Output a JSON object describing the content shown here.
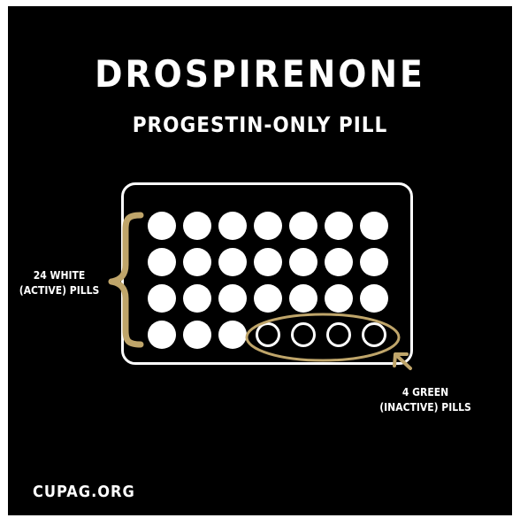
{
  "title": "DROSPIRENONE",
  "subtitle": "PROGESTIN-ONLY PILL",
  "left_annotation": {
    "line1": "24 WHITE",
    "line2": "(ACTIVE) PILLS"
  },
  "right_annotation": {
    "line1": "4 GREEN",
    "line2": "(INACTIVE) PILLS"
  },
  "footer": "CUPAG.ORG",
  "pill_pack": {
    "rows": 4,
    "columns": 7,
    "active_count": 24,
    "inactive_count": 4
  },
  "colors": {
    "background": "#000000",
    "foreground": "#ffffff",
    "accent": "#bfa56a"
  },
  "icons": {
    "bracket": "curly-brace-icon",
    "arrow": "arrow-up-left-icon"
  }
}
